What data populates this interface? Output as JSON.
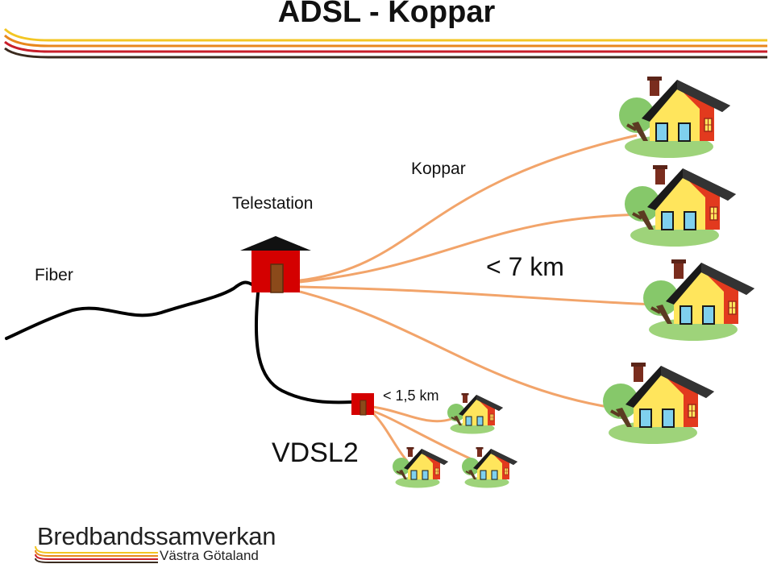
{
  "title": "ADSL - Koppar",
  "labels": {
    "fiber": "Fiber",
    "telestation": "Telestation",
    "koppar": "Koppar",
    "distance_long": "< 7 km",
    "distance_short": "< 1,5 km",
    "vdsl": "VDSL2"
  },
  "logo": {
    "name": "Bredbandssamverkan",
    "region": "Västra Götaland"
  },
  "colors": {
    "copper": "#f2a46a",
    "fiber": "#000000",
    "station": "#d40000",
    "house_wall": "#ffe55c",
    "house_side": "#e23a1e",
    "roof": "#1a1a1a",
    "window": "#7fd0ee",
    "grass": "#9ed37a",
    "tree": "#86c86a",
    "stripe_yellow": "#f3c623",
    "stripe_orange": "#e8871c",
    "stripe_red": "#c81e2a",
    "stripe_dark": "#3a2a1e"
  }
}
